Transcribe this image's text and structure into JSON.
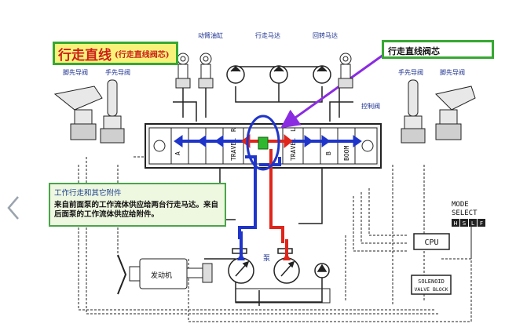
{
  "title": {
    "main": "行走直线",
    "sub": "(行走直线阀芯)"
  },
  "callout": {
    "label": "行走直线阀芯"
  },
  "labels": {
    "boom_cylinder": "动臂油缸",
    "travel_motor": "行走马达",
    "swing_motor": "回转马达",
    "pilot_valve_hand_left": "手先导阀",
    "pilot_valve_foot_left": "脚先导阀",
    "pilot_valve_hand_right": "手先导阀",
    "pilot_valve_foot_right": "脚先导阀",
    "control_valve": "控制阀",
    "pump": "泵",
    "engine": "发动机",
    "cpu": "CPU",
    "mode_select_line1": "MODE",
    "mode_select_line2": "SELECT",
    "mode_keys": [
      "H",
      "S",
      "L",
      "F"
    ],
    "solenoid_line1": "SOLENOID",
    "solenoid_line2": "VALVE BLOCK",
    "spool_travel_left": "TRAVEL",
    "spool_travel_right": "TRAVEL",
    "spool_r": "R",
    "spool_l": "L",
    "spool_a": "A",
    "spool_b": "B",
    "spool_boom": "BOOM"
  },
  "description": {
    "title": "工作行走和其它附件",
    "text": "来自前面泵的工作流体供应给两台行走马达。来自后面泵的工作流体供应给附件。"
  },
  "colors": {
    "flow_front_pump": "#1f35c9",
    "flow_rear_pump": "#e0251b",
    "highlight_spool": "#2fb82f",
    "callout_arrow": "#8a2be2",
    "box_border": "#36a832",
    "title_fill": "#f7f27a"
  },
  "navigation": {
    "prev_icon": "chevron-left-icon"
  }
}
